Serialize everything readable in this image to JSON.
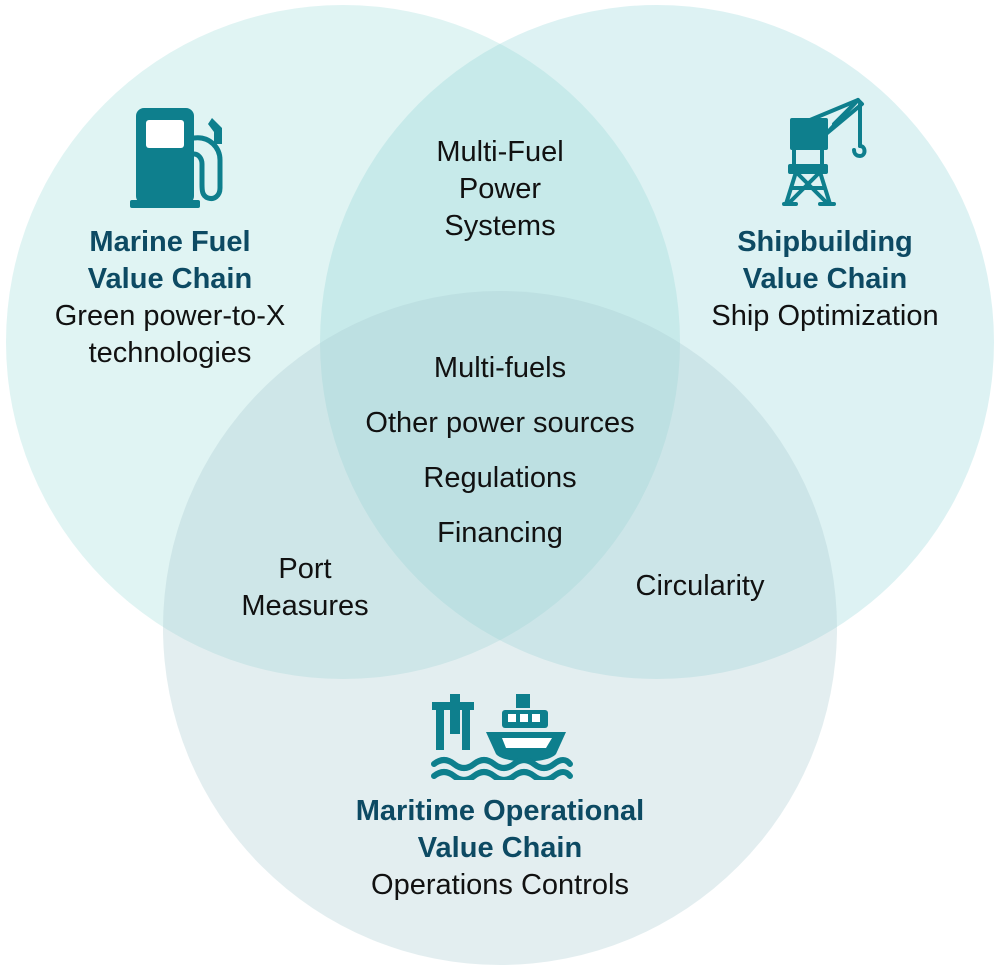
{
  "colors": {
    "circle_left": "#8fd8d3",
    "circle_right": "#8fd3d6",
    "circle_bottom": "#a7c9d1",
    "title": "#0d4a63",
    "icon": "#0e7f8d",
    "text": "#111111"
  },
  "circles": {
    "marine_fuel": {
      "icon": "fuel-pump-icon",
      "title_line1": "Marine Fuel",
      "title_line2": "Value Chain",
      "text_line1": "Green power-to-X",
      "text_line2": "technologies"
    },
    "shipbuilding": {
      "icon": "crane-icon",
      "title_line1": "Shipbuilding",
      "title_line2": "Value Chain",
      "text_line1": "Ship Optimization"
    },
    "maritime_operational": {
      "icon": "port-ship-icon",
      "title_line1": "Maritime Operational",
      "title_line2": "Value Chain",
      "text_line1": "Operations Controls"
    }
  },
  "overlaps": {
    "top": [
      "Multi-Fuel",
      "Power",
      "Systems"
    ],
    "left": [
      "Port",
      "Measures"
    ],
    "right": [
      "Circularity"
    ],
    "center": [
      "Multi-fuels",
      "Other power sources",
      "Regulations",
      "Financing"
    ]
  }
}
